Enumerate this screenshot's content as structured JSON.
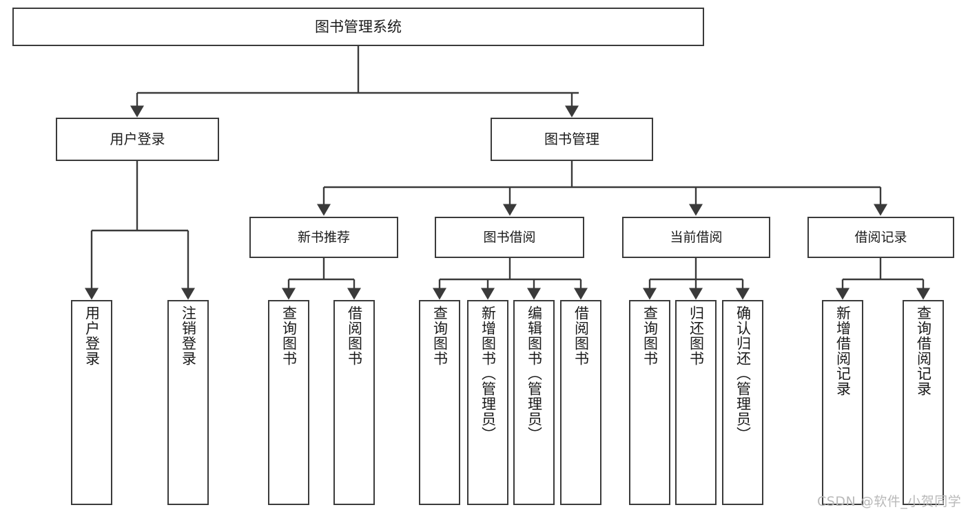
{
  "diagram": {
    "title": "图书管理系统",
    "watermark": "CSDN @软件_小贺同学",
    "stroke_color": "#3a3a3a",
    "fill_color": "#ffffff",
    "text_color": "#1a1a1a",
    "watermark_color": "#b9b9b9",
    "root": {
      "label": "图书管理系统"
    },
    "level1": [
      {
        "label": "用户登录"
      },
      {
        "label": "图书管理"
      }
    ],
    "level2": [
      {
        "label": "新书推荐"
      },
      {
        "label": "图书借阅"
      },
      {
        "label": "当前借阅"
      },
      {
        "label": "借阅记录"
      }
    ],
    "leaves": {
      "user_login": [
        {
          "label": "用户登录"
        },
        {
          "label": "注销登录"
        }
      ],
      "new_book_recommend": [
        {
          "label": "查询图书"
        },
        {
          "label": "借阅图书"
        }
      ],
      "book_borrow": [
        {
          "label": "查询图书"
        },
        {
          "label": "新增图书（管理员）"
        },
        {
          "label": "编辑图书（管理员）"
        },
        {
          "label": "借阅图书"
        }
      ],
      "current_borrow": [
        {
          "label": "查询图书"
        },
        {
          "label": "归还图书"
        },
        {
          "label": "确认归还（管理员）"
        }
      ],
      "borrow_record": [
        {
          "label": "新增借阅记录"
        },
        {
          "label": "查询借阅记录"
        }
      ]
    }
  }
}
